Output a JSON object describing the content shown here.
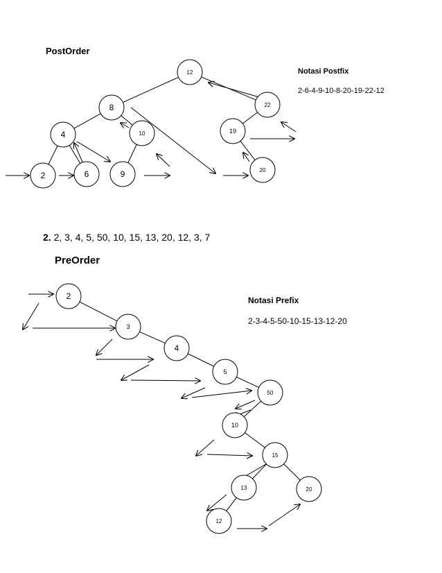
{
  "postorder": {
    "heading": "PostOrder",
    "notation_title": "Notasi Postfix",
    "notation_value": "2-6-4-9-10-8-20-19-22-12",
    "nodes": [
      {
        "id": "p12",
        "label": "12"
      },
      {
        "id": "p8",
        "label": "8"
      },
      {
        "id": "p22",
        "label": "22"
      },
      {
        "id": "p4",
        "label": "4"
      },
      {
        "id": "p10",
        "label": "10"
      },
      {
        "id": "p19",
        "label": "19"
      },
      {
        "id": "p2",
        "label": "2"
      },
      {
        "id": "p6",
        "label": "6"
      },
      {
        "id": "p9",
        "label": "9"
      },
      {
        "id": "p20",
        "label": "20"
      }
    ],
    "edges": [
      [
        "p12",
        "p8"
      ],
      [
        "p12",
        "p22"
      ],
      [
        "p8",
        "p4"
      ],
      [
        "p8",
        "p10"
      ],
      [
        "p4",
        "p2"
      ],
      [
        "p4",
        "p6"
      ],
      [
        "p10",
        "p9"
      ],
      [
        "p22",
        "p19"
      ],
      [
        "p19",
        "p20"
      ]
    ]
  },
  "problem2": {
    "number": "2.",
    "sequence": "2, 3, 4, 5, 50, 10, 15, 13, 20, 12, 3, 7"
  },
  "preorder": {
    "heading": "PreOrder",
    "notation_title": "Notasi Prefix",
    "notation_value": "2-3-4-5-50-10-15-13-12-20",
    "nodes": [
      {
        "id": "q2",
        "label": "2"
      },
      {
        "id": "q3",
        "label": "3"
      },
      {
        "id": "q4",
        "label": "4"
      },
      {
        "id": "q5",
        "label": "5"
      },
      {
        "id": "q50",
        "label": "50"
      },
      {
        "id": "q10",
        "label": "10"
      },
      {
        "id": "q15",
        "label": "15"
      },
      {
        "id": "q13",
        "label": "13"
      },
      {
        "id": "q20",
        "label": "20"
      },
      {
        "id": "q12",
        "label": "12"
      }
    ],
    "edges": [
      [
        "q2",
        "q3"
      ],
      [
        "q3",
        "q4"
      ],
      [
        "q4",
        "q5"
      ],
      [
        "q5",
        "q50"
      ],
      [
        "q50",
        "q10"
      ],
      [
        "q10",
        "q15"
      ],
      [
        "q15",
        "q13"
      ],
      [
        "q15",
        "q20"
      ],
      [
        "q13",
        "q12"
      ]
    ]
  }
}
